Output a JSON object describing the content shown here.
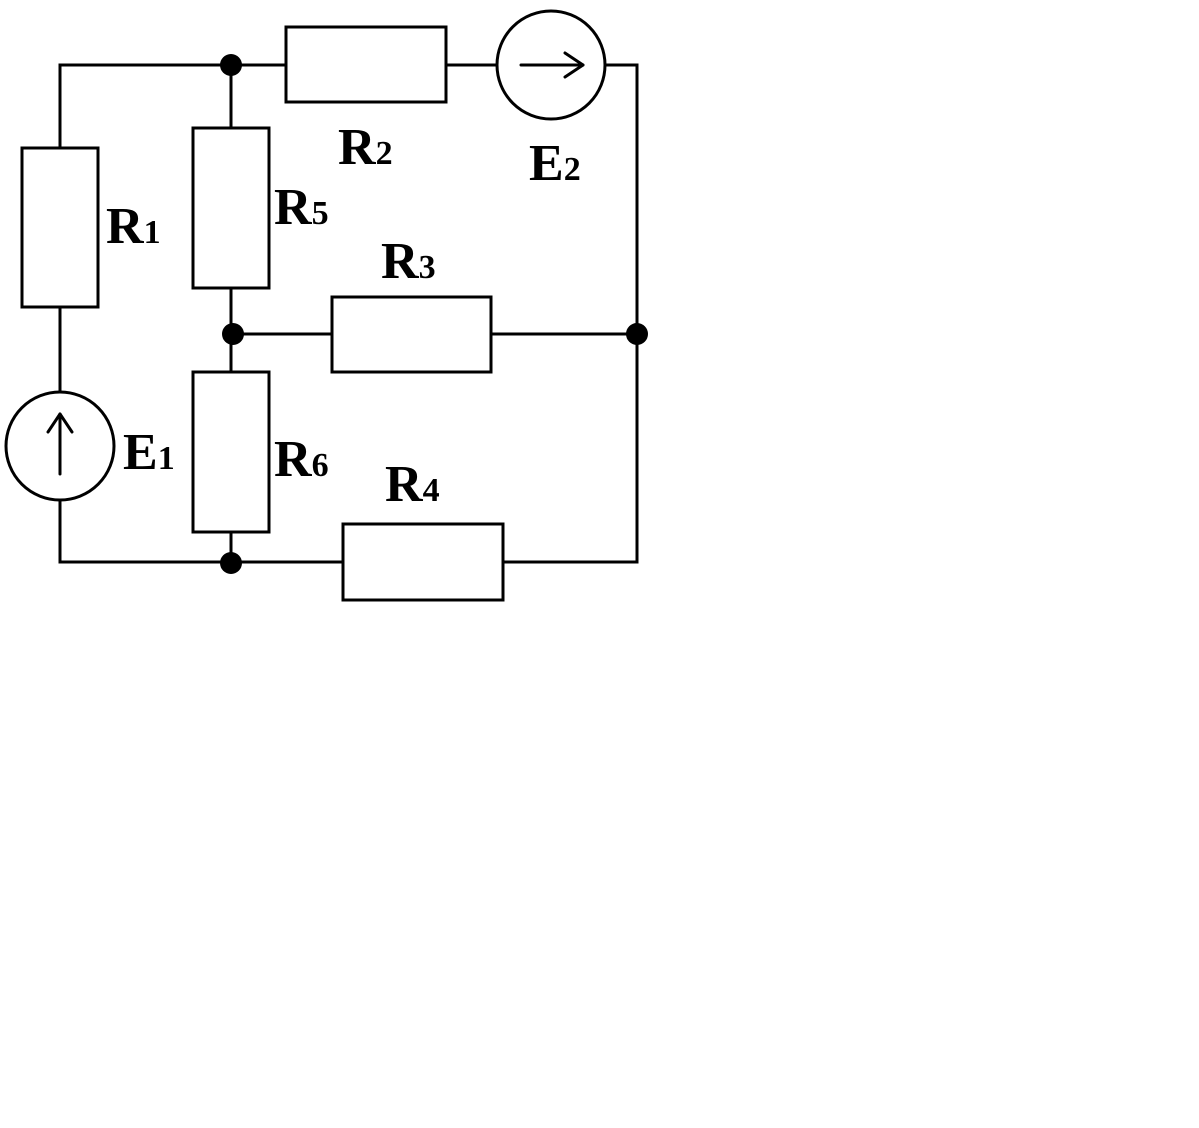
{
  "diagram": {
    "labels": {
      "R1": {
        "main": "R",
        "sub": "1"
      },
      "R2": {
        "main": "R",
        "sub": "2"
      },
      "R3": {
        "main": "R",
        "sub": "3"
      },
      "R4": {
        "main": "R",
        "sub": "4"
      },
      "R5": {
        "main": "R",
        "sub": "5"
      },
      "R6": {
        "main": "R",
        "sub": "6"
      },
      "E1": {
        "main": "E",
        "sub": "1"
      },
      "E2": {
        "main": "E",
        "sub": "2"
      }
    }
  }
}
